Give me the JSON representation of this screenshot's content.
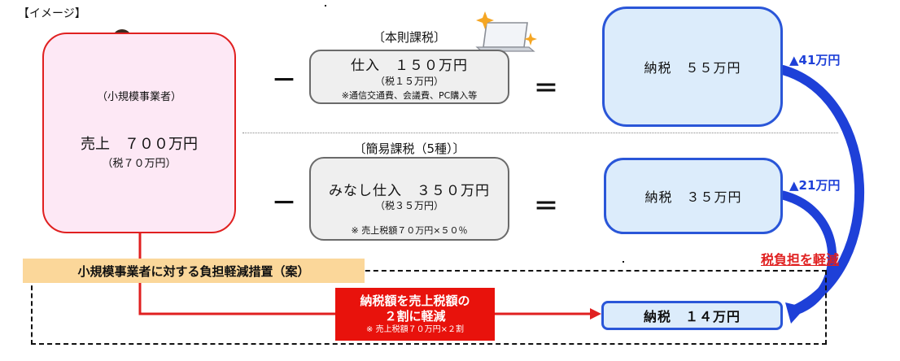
{
  "image_label": "【イメージ】",
  "seller": {
    "label": "（小規模事業者）",
    "sales_main": "売上　７００万円",
    "sales_tax": "（税７０万円）"
  },
  "operators": {
    "minus": "－",
    "equals": "＝"
  },
  "honsoku": {
    "title": "〔本則課税〕",
    "main": "仕入　１５０万円",
    "tax": "（税１５万円）",
    "note": "※通信交通費、会議費、PC購入等"
  },
  "kani": {
    "title": "〔簡易課税（5種）〕",
    "main": "みなし仕入　３５０万円",
    "tax": "（税３５万円）",
    "note": "※ 売上税額７０万円×５０％"
  },
  "results": {
    "tax_55": "納税　５５万円",
    "tax_35": "納税　３５万円",
    "tax_14": "納税　１４万円",
    "reduction_41": "▲41万円",
    "reduction_21": "▲21万円",
    "burden_reduce": "税負担を軽減"
  },
  "measure": {
    "banner": "小規模事業者に対する負担軽減措置（案）",
    "red_line1": "納税額を売上税額の",
    "red_line2": "２割に軽減",
    "red_note": "※ 売上税額７０万円×２割"
  },
  "colors": {
    "red": "#e02020",
    "blue": "#2a56d8",
    "pink_fill": "#fde8f5",
    "blue_fill": "#dcecfb",
    "gray_fill": "#efefef",
    "banner_fill": "#fbd79a"
  },
  "icons": [
    "person-with-laptop-icon",
    "laptop-sparkle-icon"
  ]
}
